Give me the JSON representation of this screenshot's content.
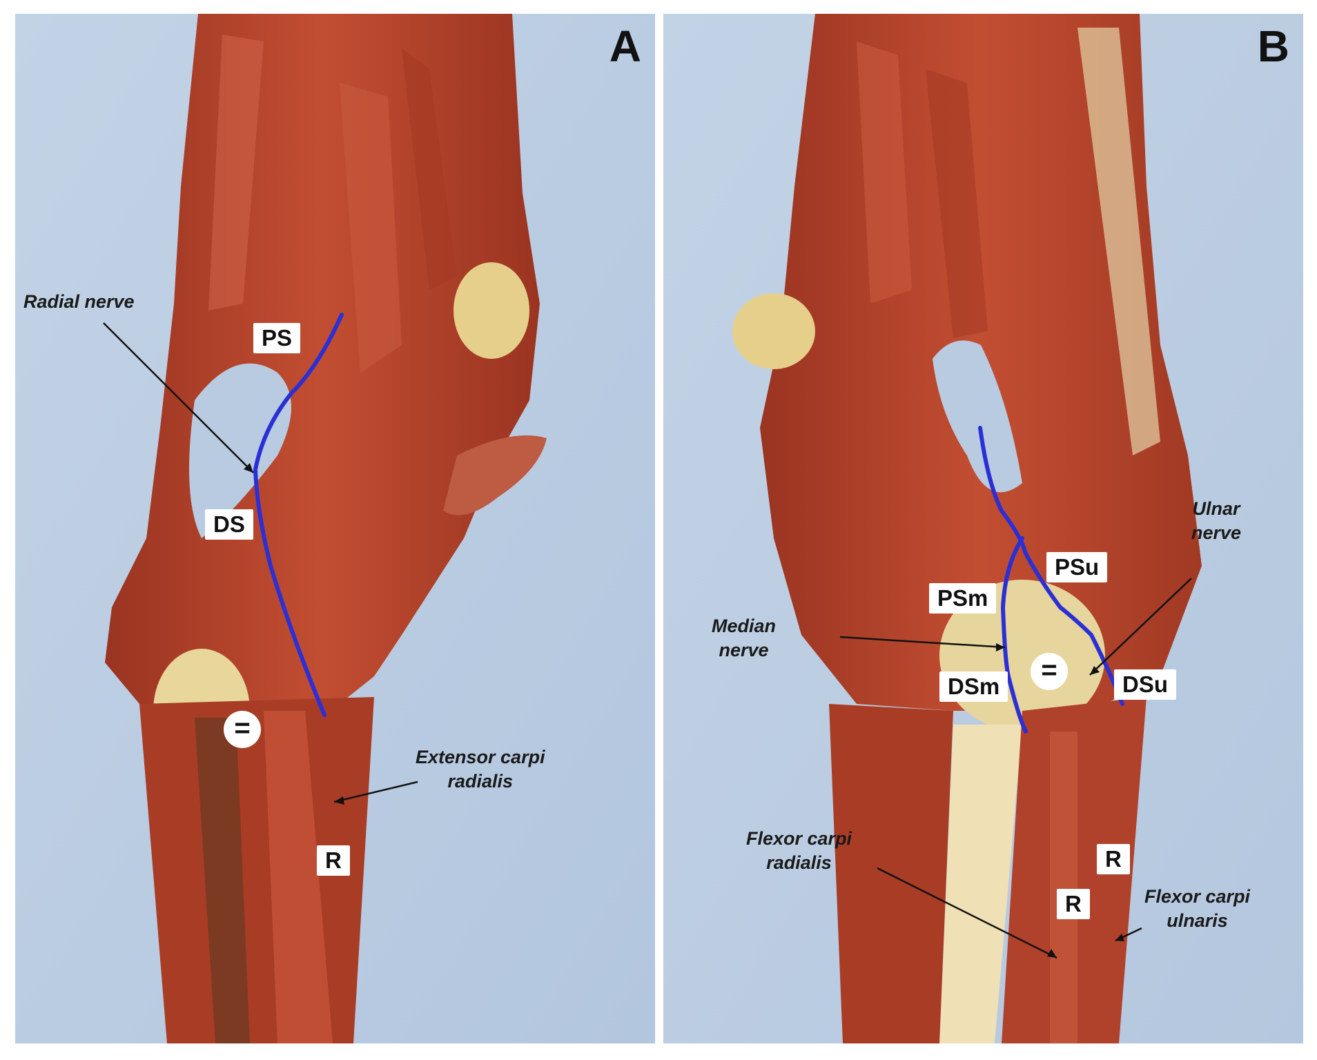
{
  "panel_a": {
    "letter": "A",
    "labels": {
      "ps": "PS",
      "ds": "DS",
      "equal": "=",
      "r": "R"
    },
    "callouts": {
      "radial_nerve": "Radial nerve",
      "extensor_line1": "Extensor carpi",
      "extensor_line2": "radialis"
    }
  },
  "panel_b": {
    "letter": "B",
    "labels": {
      "psu": "PSu",
      "psm": "PSm",
      "dsm": "DSm",
      "dsu": "DSu",
      "equal": "=",
      "r_upper": "R",
      "r_lower": "R"
    },
    "callouts": {
      "ulnar_line1": "Ulnar",
      "ulnar_line2": "nerve",
      "median_line1": "Median",
      "median_line2": "nerve",
      "fcr_line1": "Flexor carpi",
      "fcr_line2": "radialis",
      "fcu_line1": "Flexor carpi",
      "fcu_line2": "ulnaris"
    }
  },
  "colors": {
    "background": "#b9cbe0",
    "muscle": "#b8452c",
    "muscle_dark": "#8e2e1c",
    "bone": "#e8d69a",
    "nerve_line": "#2b2fd6",
    "pointer": "#111111"
  }
}
